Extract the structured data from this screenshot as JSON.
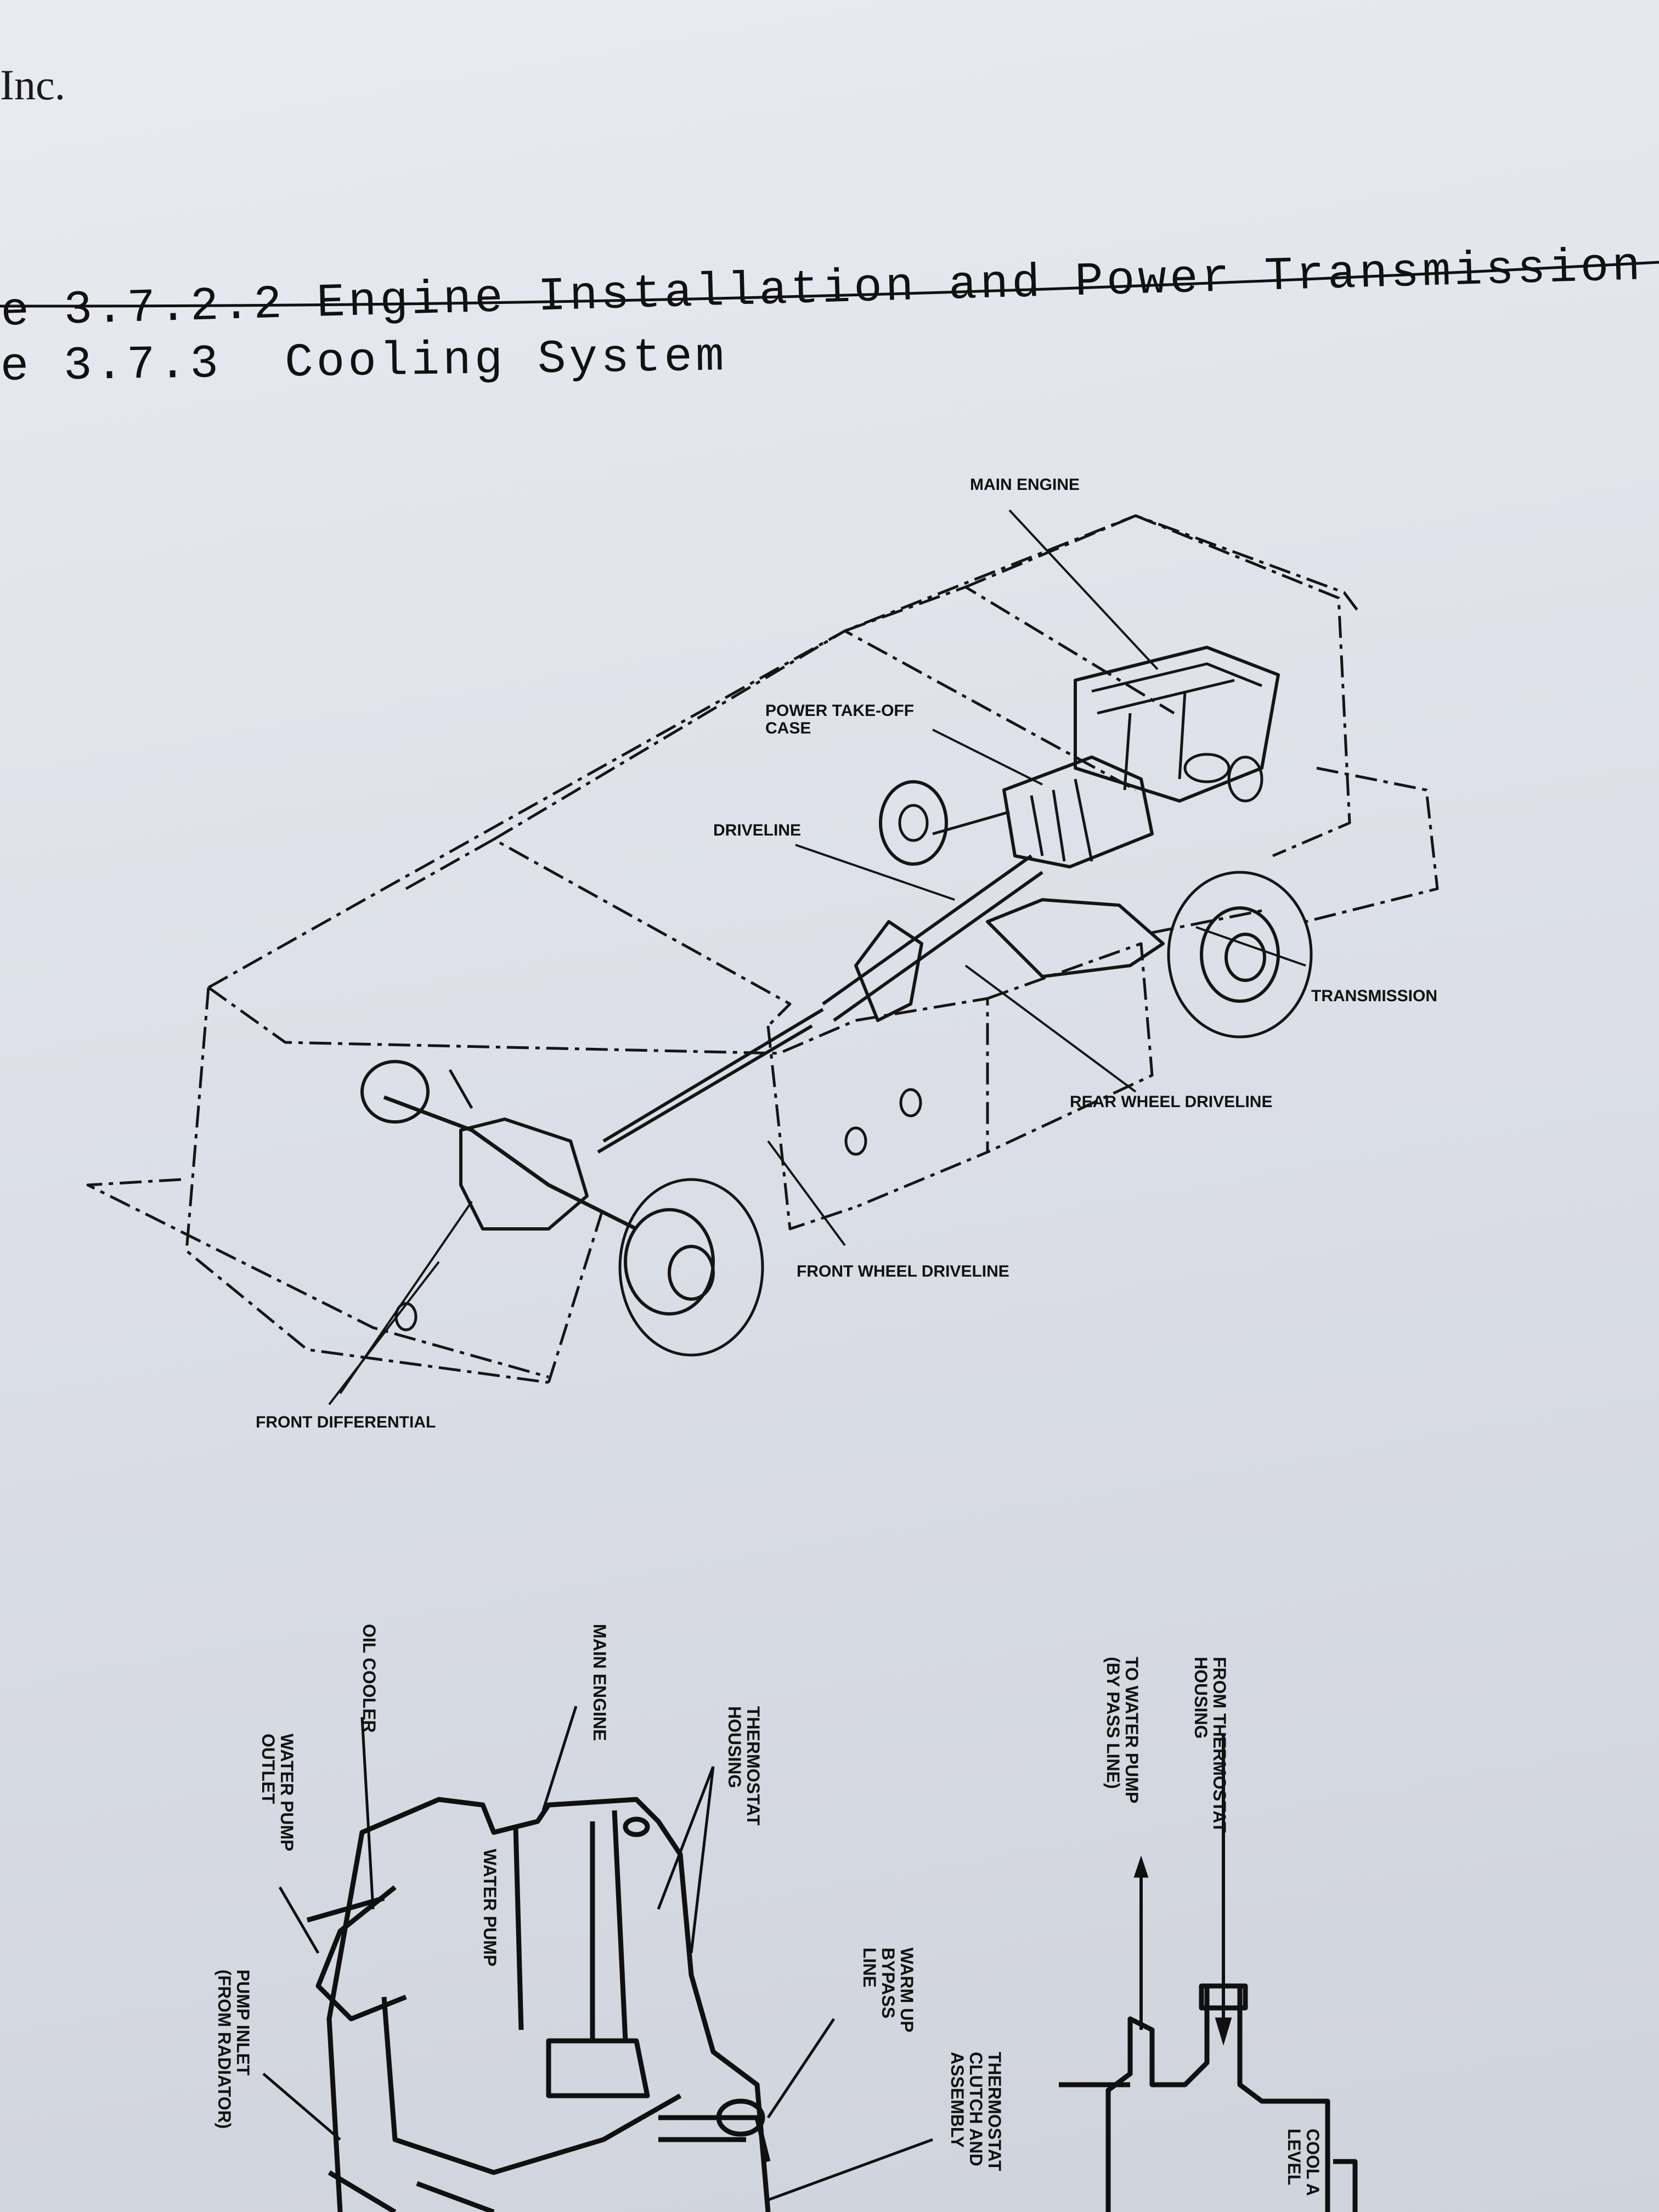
{
  "header": {
    "company_fragment": "Inc."
  },
  "captions": [
    {
      "number": "e 3.7.2.2",
      "title": "Engine Installation and Power Transmission"
    },
    {
      "number": "e 3.7.3",
      "title": "Cooling System"
    }
  ],
  "drivetrain_labels": {
    "main_engine": "MAIN ENGINE",
    "power_take_off": "POWER TAKE-OFF\nCASE",
    "driveline": "DRIVELINE",
    "transmission": "TRANSMISSION",
    "rear_wheel_driveline": "REAR WHEEL DRIVELINE",
    "front_wheel_driveline": "FRONT WHEEL DRIVELINE",
    "front_differential": "FRONT DIFFERENTIAL"
  },
  "cooling_labels": {
    "oil_cooler": "OIL COOLER",
    "main_engine": "MAIN ENGINE",
    "thermostat_housing": "THERMOSTAT\nHOUSING",
    "water_pump_outlet": "WATER PUMP\nOUTLET",
    "water_pump": "WATER PUMP",
    "warm_up_bypass": "WARM UP\nBYPASS\nLINE",
    "thermostat_clutch": "THERMOSTAT\nCLUTCH AND\nASSEMBLY",
    "pump_inlet": "PUMP INLET\n(FROM RADIATOR)",
    "from_thermostat": "FROM THERMOSTAT\nHOUSING",
    "to_water_pump": "TO WATER PUMP\n(BY PASS LINE)",
    "cool_level": "COOL A\nLEVEL"
  }
}
